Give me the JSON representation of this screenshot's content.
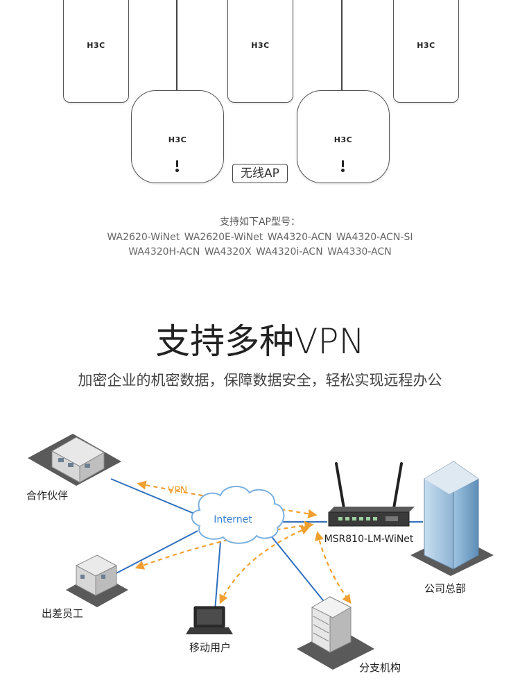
{
  "ap_section": {
    "brand_logo": "H3C",
    "badge_label": "无线AP",
    "supported_models_title": "支持如下AP型号：",
    "model_lines": [
      "WA2620-WiNet  WA2620E-WiNet  WA4320-ACN  WA4320-ACN-SI",
      "WA4320H-ACN   WA4320X   WA4320i-ACN   WA4330-ACN"
    ]
  },
  "vpn_section": {
    "heading": "支持多种VPN",
    "subheading": "加密企业的机密数据，保障数据安全，轻松实现远程办公"
  },
  "diagram": {
    "cloud_label": "Internet",
    "vpn_label": "VPN",
    "router_label": "MSR810-LM-WiNet",
    "nodes": {
      "partner": "合作伙伴",
      "traveler": "出差员工",
      "mobile_user": "移动用户",
      "branch": "分支机构",
      "headquarters": "公司总部"
    },
    "colors": {
      "link": "#2f6fbf",
      "vpn_tunnel": "#f0a030",
      "cloud_text": "#3a7fd0"
    }
  }
}
